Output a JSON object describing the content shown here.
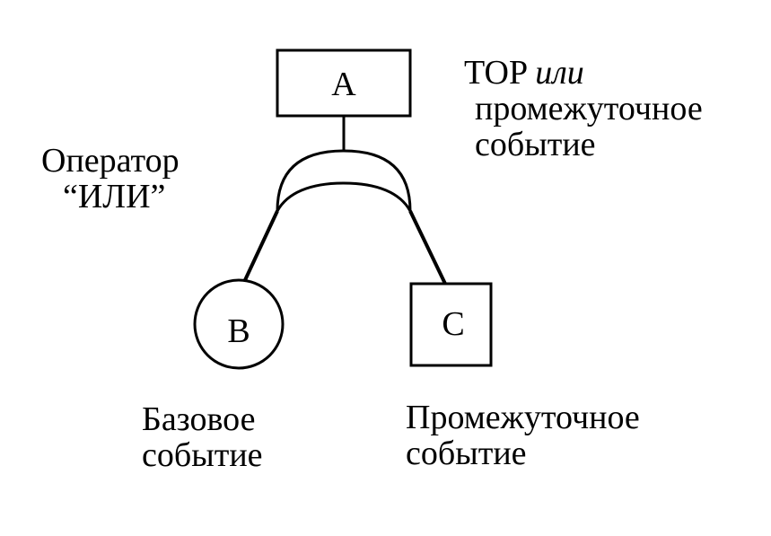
{
  "colors": {
    "stroke": "#000000",
    "background": "#ffffff"
  },
  "nodes": {
    "top_event": {
      "shape": "rectangle",
      "label": "A"
    },
    "basic_event": {
      "shape": "circle",
      "label": "B"
    },
    "intermediate_event": {
      "shape": "rectangle",
      "label": "C"
    }
  },
  "gate": {
    "type": "OR"
  },
  "labels": {
    "top_event": {
      "line1_main": "TOP",
      "line1_italic": "или",
      "line2": "промежуточное",
      "line3": "событие"
    },
    "gate": {
      "line1": "Оператор",
      "line2": "“ИЛИ”"
    },
    "basic_event": {
      "line1": "Базовое",
      "line2": "событие"
    },
    "intermediate_event": {
      "line1": "Промежуточное",
      "line2": "событие"
    }
  }
}
